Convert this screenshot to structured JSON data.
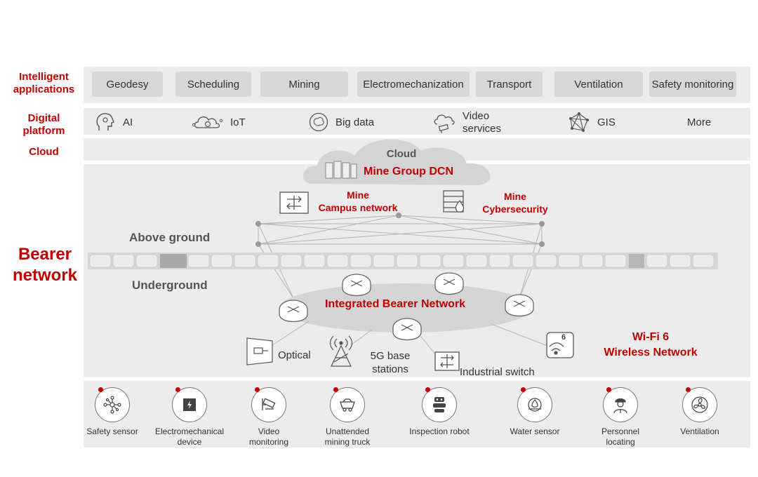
{
  "side_labels": {
    "applications": "Intelligent\napplications",
    "platform": "Digital\nplatform",
    "cloud": "Cloud",
    "bearer": "Bearer\nnetwork"
  },
  "applications": [
    "Geodesy",
    "Scheduling",
    "Mining",
    "Electromechanization",
    "Transport",
    "Ventilation",
    "Safety monitoring"
  ],
  "platform": [
    {
      "label": "AI",
      "icon": "head-icon"
    },
    {
      "label": "IoT",
      "icon": "cloud-gear-icon"
    },
    {
      "label": "Big data",
      "icon": "brain-icon"
    },
    {
      "label": "Video\nservices",
      "icon": "cloud-camera-icon"
    },
    {
      "label": "GIS",
      "icon": "network-icon"
    },
    {
      "label": "More",
      "icon": ""
    }
  ],
  "cloud": {
    "label": "Cloud",
    "dcn": "Mine Group DCN",
    "campus": "Mine\nCampus network",
    "cyber": "Mine\nCybersecurity"
  },
  "ground": {
    "above": "Above ground",
    "under": "Underground"
  },
  "bearer": {
    "ring": "Integrated Bearer Network",
    "wifi": "Wi-Fi 6\nWireless Network",
    "wifi_badge": "6"
  },
  "access": {
    "optical": "Optical",
    "base": "5G base\nstations",
    "switch": "Industrial switch"
  },
  "terminals": [
    {
      "label": "Safety sensor",
      "icon": "sensor-icon"
    },
    {
      "label": "Electromechanical\ndevice",
      "icon": "electric-cabinet-icon"
    },
    {
      "label": "Video\nmonitoring",
      "icon": "camera-icon"
    },
    {
      "label": "Unattended\nmining truck",
      "icon": "mining-truck-icon"
    },
    {
      "label": "Inspection robot",
      "icon": "robot-icon"
    },
    {
      "label": "Water sensor",
      "icon": "water-sensor-icon"
    },
    {
      "label": "Personnel\nlocating",
      "icon": "worker-icon"
    },
    {
      "label": "Ventilation",
      "icon": "fan-icon"
    }
  ],
  "colors": {
    "accent": "#c00000",
    "band": "#ececec",
    "box": "#d7d7d7"
  }
}
